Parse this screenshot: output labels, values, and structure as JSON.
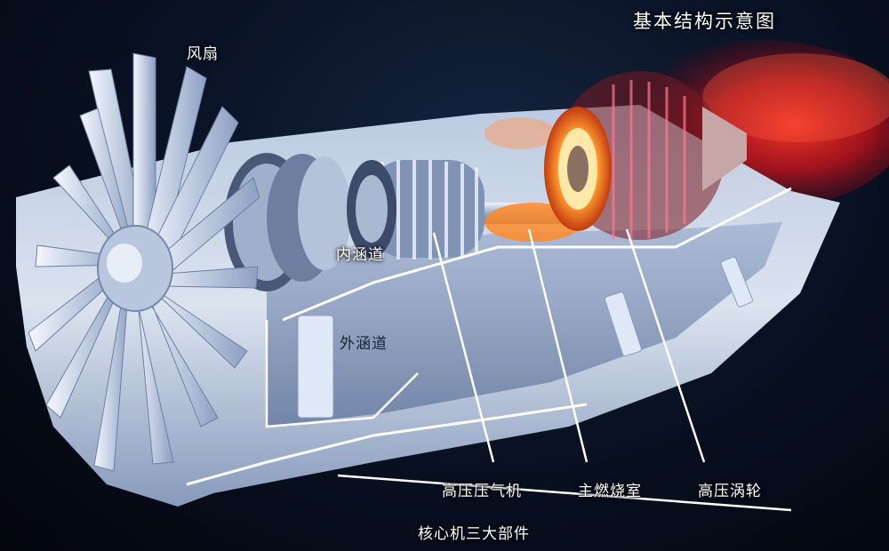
{
  "title": "基本结构示意图",
  "labels": {
    "fan": "风扇",
    "inner_duct": "内涵道",
    "outer_duct": "外涵道",
    "hp_compressor": "高压压气机",
    "combustor": "主燃烧室",
    "hp_turbine": "高压涡轮",
    "core_group": "核心机三大部件"
  },
  "colors": {
    "background": "#0a1326",
    "casing": "#d8e4f4",
    "flame": "#ff2a1a",
    "combustor_glow": "#ffd25a",
    "label_text": "#ffffff"
  }
}
